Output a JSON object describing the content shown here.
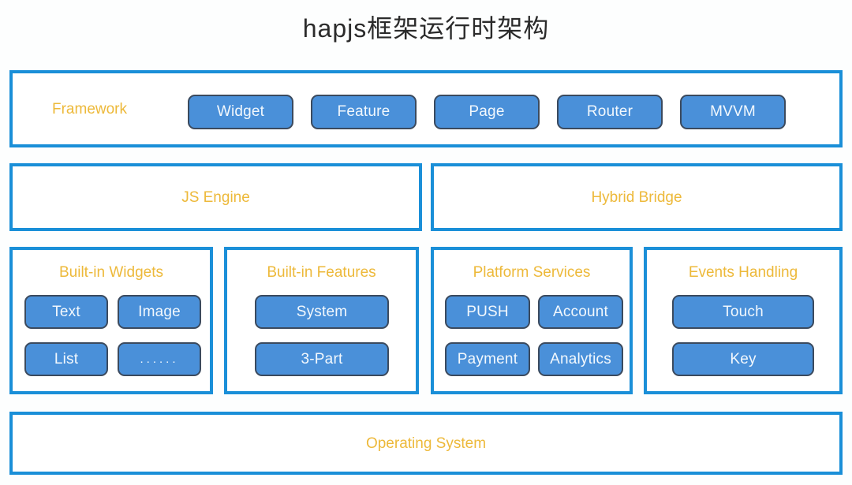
{
  "title": "hapjs框架运行时架构",
  "colors": {
    "container_border": "#1a8fd8",
    "button_fill": "#4a90d9",
    "button_border": "#3b4a5e",
    "button_text": "#f2f8fd",
    "label_orange": "#edb93a",
    "title_text": "#2b2b2b",
    "background": "#fdfefe"
  },
  "layers": {
    "framework": {
      "label": "Framework",
      "items": [
        {
          "label": "Widget"
        },
        {
          "label": "Feature"
        },
        {
          "label": "Page"
        },
        {
          "label": "Router"
        },
        {
          "label": "MVVM"
        }
      ]
    },
    "engines": [
      {
        "label": "JS Engine"
      },
      {
        "label": "Hybrid Bridge"
      }
    ],
    "columns": [
      {
        "title": "Built-in Widgets",
        "layout": "grid-2x2",
        "items": [
          {
            "label": "Text"
          },
          {
            "label": "Image"
          },
          {
            "label": "List"
          },
          {
            "label": "......"
          }
        ]
      },
      {
        "title": "Built-in Features",
        "layout": "stack",
        "items": [
          {
            "label": "System"
          },
          {
            "label": "3-Part"
          }
        ]
      },
      {
        "title": "Platform Services",
        "layout": "grid-2x2",
        "items": [
          {
            "label": "PUSH"
          },
          {
            "label": "Account"
          },
          {
            "label": "Payment"
          },
          {
            "label": "Analytics"
          }
        ]
      },
      {
        "title": "Events Handling",
        "layout": "stack",
        "items": [
          {
            "label": "Touch"
          },
          {
            "label": "Key"
          }
        ]
      }
    ],
    "operating_system": {
      "label": "Operating System"
    }
  }
}
